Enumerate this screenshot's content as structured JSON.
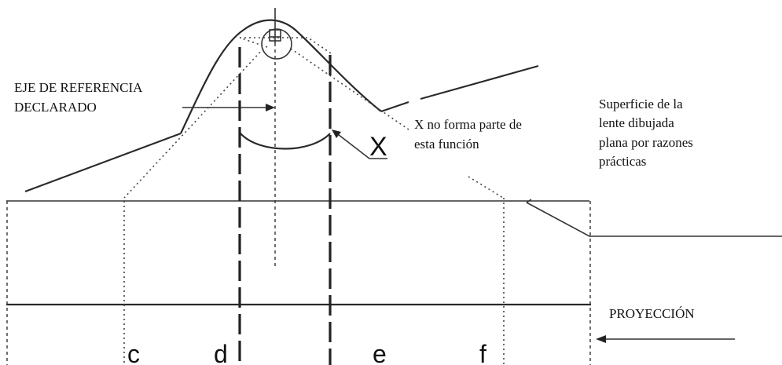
{
  "labels": {
    "reference_axis_line1": "EJE DE REFERENCIA",
    "reference_axis_line2": "DECLARADO",
    "x_note_line1": "X no forma parte de",
    "x_note_line2": "esta función",
    "x_mark": "X",
    "surface_line1": "Superficie de la",
    "surface_line2": "lente dibujada",
    "surface_line3": "plana por razones",
    "surface_line4": "prácticas",
    "projection": "PROYECCIÓN",
    "c": "c",
    "d": "d",
    "e": "e",
    "f": "f"
  }
}
